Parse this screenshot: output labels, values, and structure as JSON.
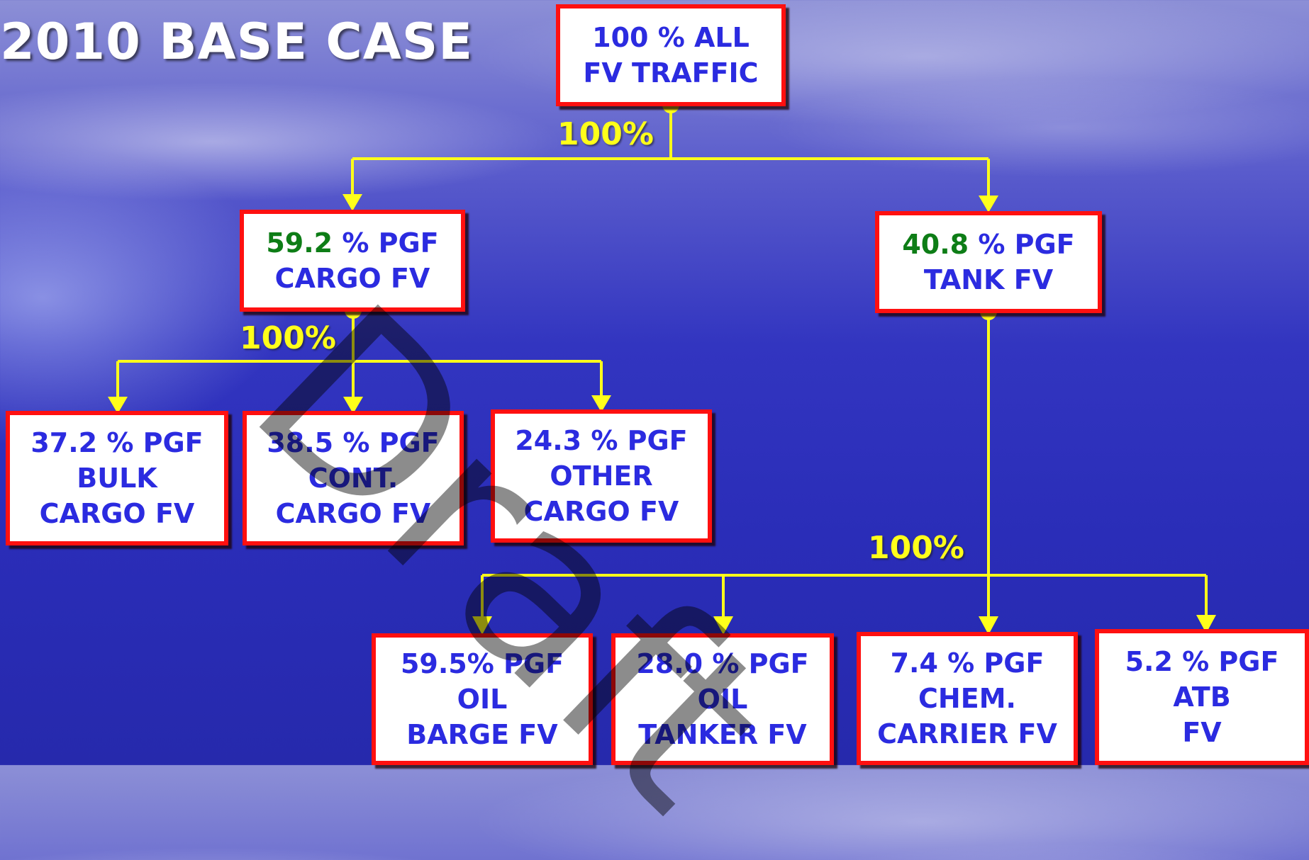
{
  "title": "2010 BASE CASE",
  "watermark": "Draft",
  "nodes": {
    "root": {
      "line1": "100 % ALL",
      "line2": "FV TRAFFIC"
    },
    "cargo": {
      "pct": "59.2",
      "line1_rest": " % PGF",
      "line2": "CARGO FV"
    },
    "tank": {
      "pct": "40.8",
      "line1_rest": " % PGF",
      "line2": "TANK FV"
    },
    "bulk": {
      "line1": "37.2 % PGF",
      "line2": "BULK",
      "line3": "CARGO FV"
    },
    "cont": {
      "line1": "38.5 % PGF",
      "line2": "CONT.",
      "line3": "CARGO FV"
    },
    "other": {
      "line1": "24.3 % PGF",
      "line2": "OTHER",
      "line3": "CARGO FV"
    },
    "oil_barge": {
      "line1": "59.5% PGF",
      "line2": "OIL",
      "line3": "BARGE FV"
    },
    "oil_tanker": {
      "line1": "28.0 % PGF",
      "line2": "OIL",
      "line3": "TANKER FV"
    },
    "chem": {
      "line1": "7.4 % PGF",
      "line2": "CHEM.",
      "line3": "CARRIER FV"
    },
    "atb": {
      "line1": "5.2 % PGF",
      "line2": "ATB",
      "line3": "FV"
    }
  },
  "branch_labels": {
    "root": "100%",
    "cargo": "100%",
    "tank": "100%"
  },
  "colors": {
    "connector": "#ffff1a",
    "box_border": "#ff1010",
    "box_text": "#2b2be0",
    "share_text": "#0d7d16"
  }
}
